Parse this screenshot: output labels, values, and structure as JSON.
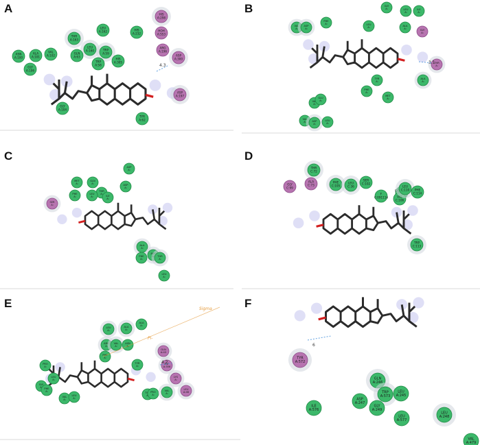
{
  "colors": {
    "vdw_green": "#3cb86a",
    "vdw_green_dark": "#1f8a45",
    "polar_purple": "#b774b0",
    "polar_purple_dark": "#8c4a88",
    "halo": "#cfd6dc",
    "bond_dark": "#2b2b2b",
    "oxygen_red": "#d21f1f",
    "glow_blue": "#b7b9ea",
    "hbond_dash": "#5fa0e0",
    "pi_orange": "#e59a3a",
    "divider": "#d9d9d9"
  },
  "panels": [
    {
      "label": "A",
      "residues": [
        {
          "text": "HIS A:298",
          "kind": "polar"
        },
        {
          "text": "HOH A:553",
          "kind": "polar"
        },
        {
          "text": "ARG A:196",
          "kind": "polar"
        },
        {
          "text": "ASP A:300",
          "kind": "polar"
        },
        {
          "text": "ASP A:197",
          "kind": "polar"
        },
        {
          "text": "THR A:163",
          "kind": "vdw"
        },
        {
          "text": "LEU A:162",
          "kind": "vdw"
        },
        {
          "text": "HIS A:232",
          "kind": "vdw"
        },
        {
          "text": "ASN A:100",
          "kind": "vdw"
        },
        {
          "text": "ALA A:101",
          "kind": "vdw"
        },
        {
          "text": "VAL A:102",
          "kind": "vdw"
        },
        {
          "text": "LEU A:160",
          "kind": "vdw"
        },
        {
          "text": "TRP A:59",
          "kind": "vdw"
        },
        {
          "text": "GLN A:63",
          "kind": "vdw"
        },
        {
          "text": "TRP A:58",
          "kind": "vdw"
        },
        {
          "text": "HIS A:305",
          "kind": "vdw"
        },
        {
          "text": "GLY A:106",
          "kind": "vdw"
        },
        {
          "text": "GLY A:104",
          "kind": "vdw"
        },
        {
          "text": "TYR A:62",
          "kind": "vdw"
        }
      ],
      "distances": [
        "4.3"
      ]
    },
    {
      "label": "B",
      "residues": [
        {
          "text": "GLY A:",
          "kind": "vdw"
        },
        {
          "text": "LEU A:",
          "kind": "vdw"
        },
        {
          "text": "ILE A:",
          "kind": "vdw"
        },
        {
          "text": "ALA A:",
          "kind": "vdw"
        },
        {
          "text": "VAL A:",
          "kind": "vdw"
        },
        {
          "text": "ASP A:",
          "kind": "vdw"
        },
        {
          "text": "PHE A:",
          "kind": "vdw"
        },
        {
          "text": "LEU A:",
          "kind": "vdw"
        },
        {
          "text": "GLY A:",
          "kind": "polar"
        },
        {
          "text": "THR A:",
          "kind": "polar"
        },
        {
          "text": "ALA A:",
          "kind": "vdw"
        },
        {
          "text": "TYR A:",
          "kind": "vdw"
        },
        {
          "text": "PHE A:",
          "kind": "vdw"
        },
        {
          "text": "MET A:",
          "kind": "vdw"
        },
        {
          "text": "VAL A:",
          "kind": "vdw"
        },
        {
          "text": "GLU A:",
          "kind": "vdw"
        },
        {
          "text": "VAL A:",
          "kind": "vdw"
        },
        {
          "text": "ASP A:",
          "kind": "vdw"
        },
        {
          "text": "LEU A:",
          "kind": "vdw"
        }
      ],
      "distances": [
        "3.1"
      ]
    },
    {
      "label": "C",
      "residues": [
        {
          "text": "ASP A:",
          "kind": "vdw"
        },
        {
          "text": "MET A:",
          "kind": "vdw"
        },
        {
          "text": "GLN A:",
          "kind": "vdw"
        },
        {
          "text": "THR A:",
          "kind": "vdw"
        },
        {
          "text": "ILE A:",
          "kind": "vdw"
        },
        {
          "text": "ASP A:",
          "kind": "vdw"
        },
        {
          "text": "SER A:",
          "kind": "polar"
        },
        {
          "text": "PHE A:",
          "kind": "vdw"
        },
        {
          "text": "LEU A:",
          "kind": "vdw"
        },
        {
          "text": "ALA A:",
          "kind": "vdw"
        },
        {
          "text": "ASP A:",
          "kind": "vdw"
        },
        {
          "text": "PHE A:",
          "kind": "vdw"
        },
        {
          "text": "THR A:",
          "kind": "vdw"
        },
        {
          "text": "LEU A:",
          "kind": "vdw"
        }
      ],
      "distances": []
    },
    {
      "label": "D",
      "residues": [
        {
          "text": "THR C:72",
          "kind": "vdw"
        },
        {
          "text": "ALA C:73",
          "kind": "polar"
        },
        {
          "text": "GLY C:99",
          "kind": "polar"
        },
        {
          "text": "PHE C:105",
          "kind": "vdw"
        },
        {
          "text": "LEU C:36",
          "kind": "vdw"
        },
        {
          "text": "SER C:102",
          "kind": "vdw"
        },
        {
          "text": "F C:091114",
          "kind": "vdw"
        },
        {
          "text": "C:091114",
          "kind": "vdw"
        },
        {
          "text": "VAL C:106",
          "kind": "vdw"
        },
        {
          "text": "LEU C:110",
          "kind": "vdw"
        },
        {
          "text": "PHE C:114",
          "kind": "vdw"
        },
        {
          "text": "TRP C:113",
          "kind": "vdw"
        }
      ],
      "distances": []
    },
    {
      "label": "E",
      "residues": [
        {
          "text": "LEU A:",
          "kind": "vdw"
        },
        {
          "text": "ALA A:",
          "kind": "vdw"
        },
        {
          "text": "ALA A:",
          "kind": "vdw"
        },
        {
          "text": "GLN A:43",
          "kind": "polar"
        },
        {
          "text": "ASP A:356",
          "kind": "polar"
        },
        {
          "text": "LYS A:",
          "kind": "polar"
        },
        {
          "text": "LEU A:46",
          "kind": "polar"
        },
        {
          "text": "ARG A:",
          "kind": "vdw"
        },
        {
          "text": "VAL A:",
          "kind": "vdw"
        },
        {
          "text": "ASN A:",
          "kind": "vdw"
        },
        {
          "text": "PHE A:",
          "kind": "vdw"
        },
        {
          "text": "TYR A:",
          "kind": "vdw"
        },
        {
          "text": "THR A:",
          "kind": "vdw"
        },
        {
          "text": "PRO A:",
          "kind": "vdw"
        },
        {
          "text": "VAL A:",
          "kind": "vdw"
        },
        {
          "text": "PRO A:",
          "kind": "vdw"
        },
        {
          "text": "LEU A:",
          "kind": "vdw"
        },
        {
          "text": "GLY A:",
          "kind": "vdw"
        },
        {
          "text": "PHE A:",
          "kind": "vdw"
        },
        {
          "text": "VAL A:",
          "kind": "vdw"
        },
        {
          "text": "LEU A:",
          "kind": "vdw"
        }
      ],
      "distances": [
        "4.2"
      ],
      "interaction_labels": [
        "Pi-",
        "Sigma"
      ]
    },
    {
      "label": "F",
      "residues": [
        {
          "text": "TYR A:572",
          "kind": "polar"
        },
        {
          "text": "GLN A:246",
          "kind": "vdw"
        },
        {
          "text": "TRP A:573",
          "kind": "vdw"
        },
        {
          "text": "LEU A:245",
          "kind": "vdw"
        },
        {
          "text": "ASP A:247",
          "kind": "vdw"
        },
        {
          "text": "GLY A:249",
          "kind": "vdw"
        },
        {
          "text": "ILE A:576",
          "kind": "vdw"
        },
        {
          "text": "LEU A:577",
          "kind": "vdw"
        },
        {
          "text": "LEU A:248",
          "kind": "vdw"
        },
        {
          "text": "VAL A:479",
          "kind": "vdw"
        }
      ],
      "distances": [
        "6"
      ]
    }
  ]
}
